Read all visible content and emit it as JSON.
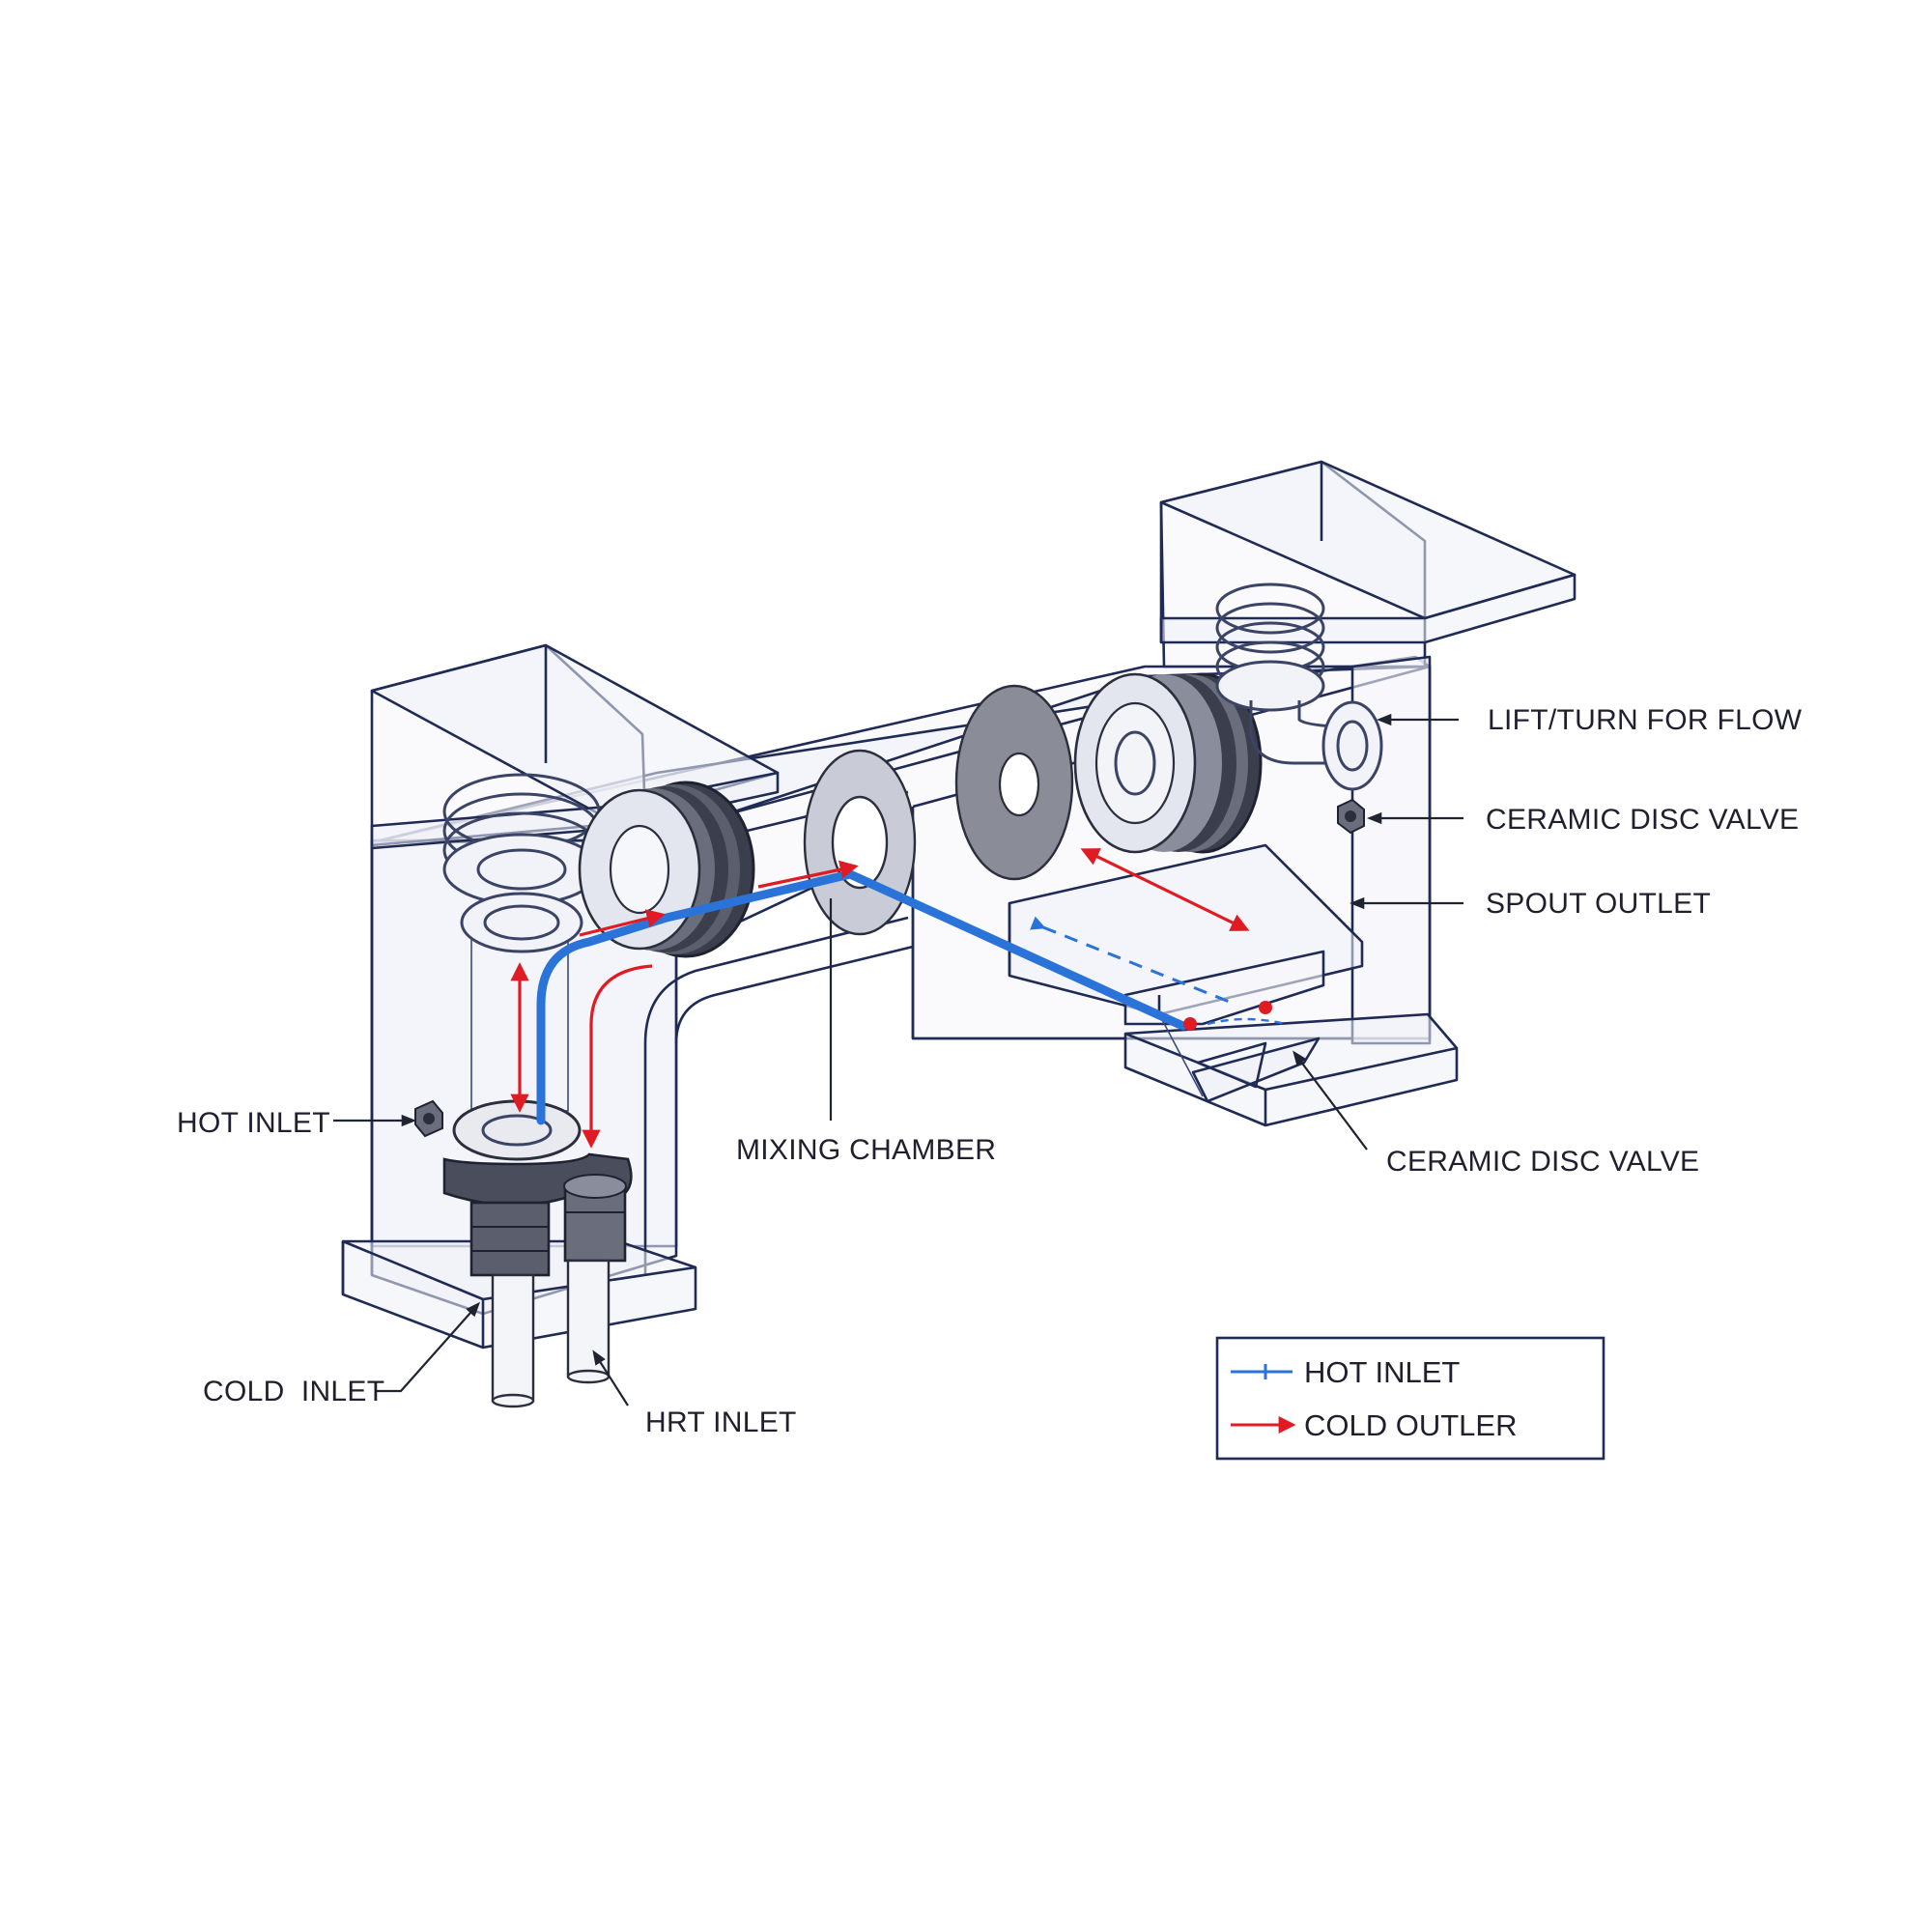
{
  "labels": {
    "lift_turn": "LIFT/TURN FOR FLOW",
    "ceramic_disc_valve_top": "CERAMIC DISC VALVE",
    "spout_outlet": "SPOUT OUTLET",
    "ceramic_disc_valve_bottom": "CERAMIC DISC VALVE",
    "mixing_chamber": "MIXING CHAMBER",
    "hot_inlet_left": "HOT INLET",
    "cold_inlet": "COLD  INLET",
    "hrt_inlet": "HRT INLET"
  },
  "legend": {
    "items": [
      {
        "label": "HOT INLET",
        "color": "#2a73d9",
        "marker": "line-dot"
      },
      {
        "label": "COLD OUTLER",
        "color": "#e01b24",
        "marker": "arrow"
      }
    ]
  },
  "colors": {
    "outline": "#1f2a55",
    "hot_flow": "#2a73d9",
    "cold_flow": "#e01b24",
    "background": "#ffffff"
  }
}
